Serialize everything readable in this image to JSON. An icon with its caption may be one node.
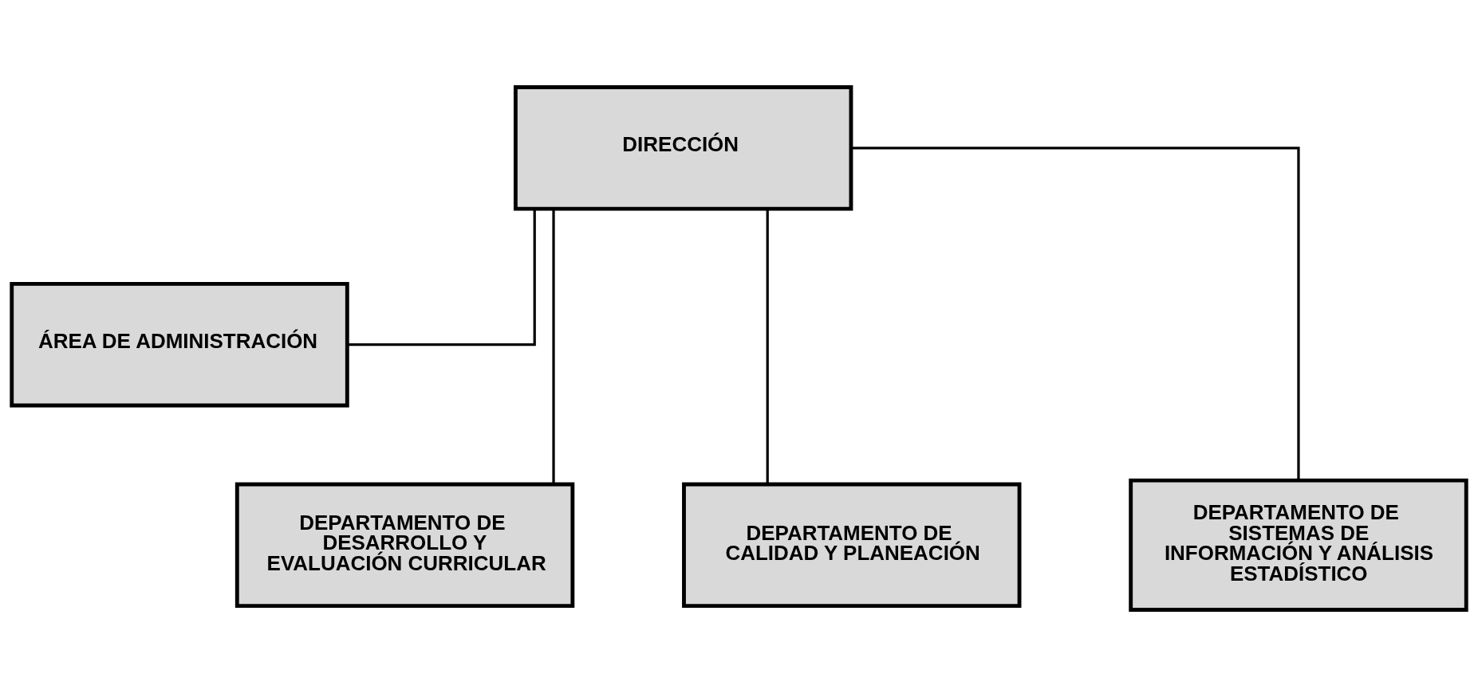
{
  "diagram": {
    "nodes": [
      {
        "text": [
          "DIRECCIÓN"
        ]
      },
      {
        "text": [
          "ÁREA DE ADMINISTRACIÓN"
        ]
      },
      {
        "text": [
          "DEPARTAMENTO DE DESARROLLO Y EVALUACIÓN CURRICULAR"
        ]
      },
      {
        "text": [
          "DEPARTAMENTO DE CALIDAD Y PLANEACIÓN"
        ]
      },
      {
        "text": [
          "DEPARTAMENTO DE SISTEMAS DE INFORMACIÓN Y ANÁLISIS ESTADÍSTICO"
        ]
      }
    ],
    "edges": [
      {
        "from": 0,
        "to": 1,
        "arrow": "none"
      },
      {
        "from": 0,
        "to": 2,
        "arrow": "none"
      },
      {
        "from": 0,
        "to": 3,
        "arrow": "none"
      },
      {
        "from": 0,
        "to": 4,
        "arrow": "none"
      }
    ]
  }
}
